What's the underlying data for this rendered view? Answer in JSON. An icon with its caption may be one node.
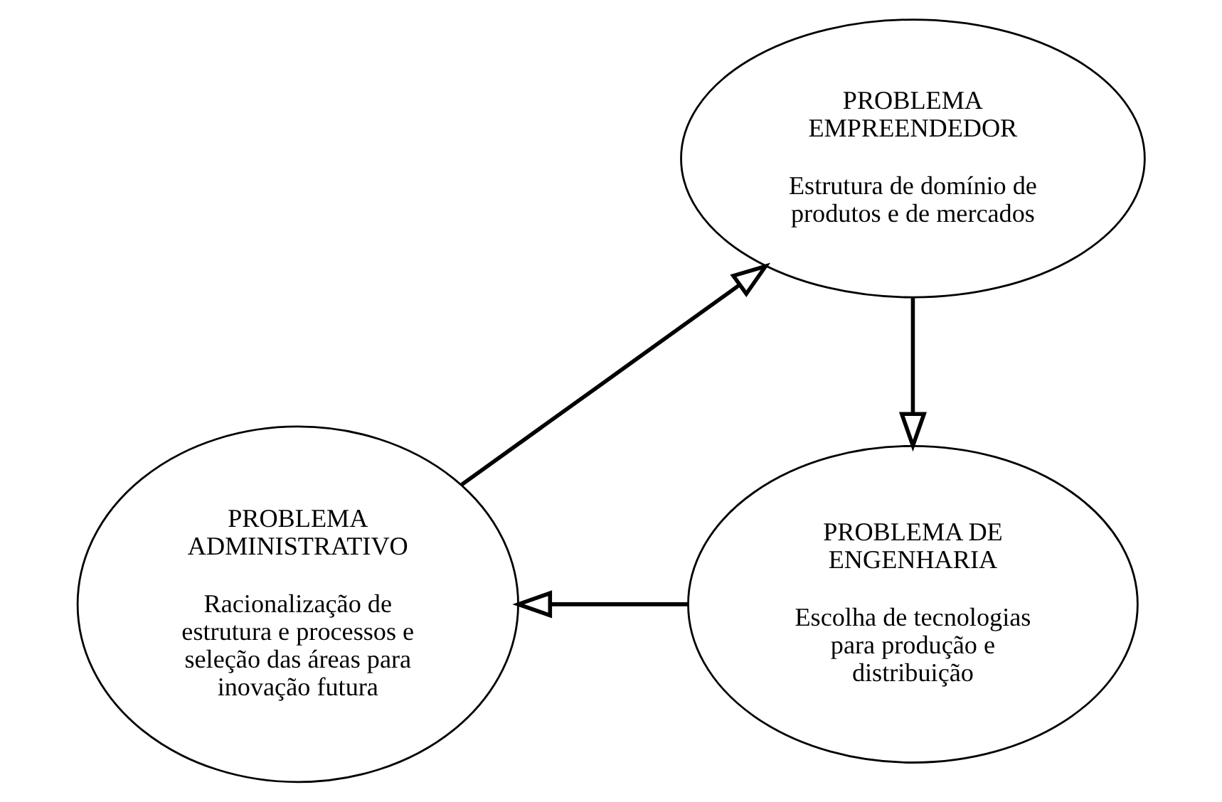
{
  "diagram": {
    "nodes": [
      {
        "text": [
          "PROBLEMA EMPREENDEDOR",
          "Estrutura de domínio de produtos e de mercados"
        ]
      },
      {
        "text": [
          "PROBLEMA ADMINISTRATIVO",
          "Racionalização de estrutura e processos e seleção das áreas para inovação futura"
        ]
      },
      {
        "text": [
          "PROBLEMA DE ENGENHARIA",
          "Escolha de tecnologias para produção e distribuição"
        ]
      }
    ],
    "edges": [
      {
        "from": 0,
        "to": 2,
        "arrow": "to"
      },
      {
        "from": 2,
        "to": 1,
        "arrow": "to"
      },
      {
        "from": 1,
        "to": 0,
        "arrow": "to"
      }
    ]
  }
}
